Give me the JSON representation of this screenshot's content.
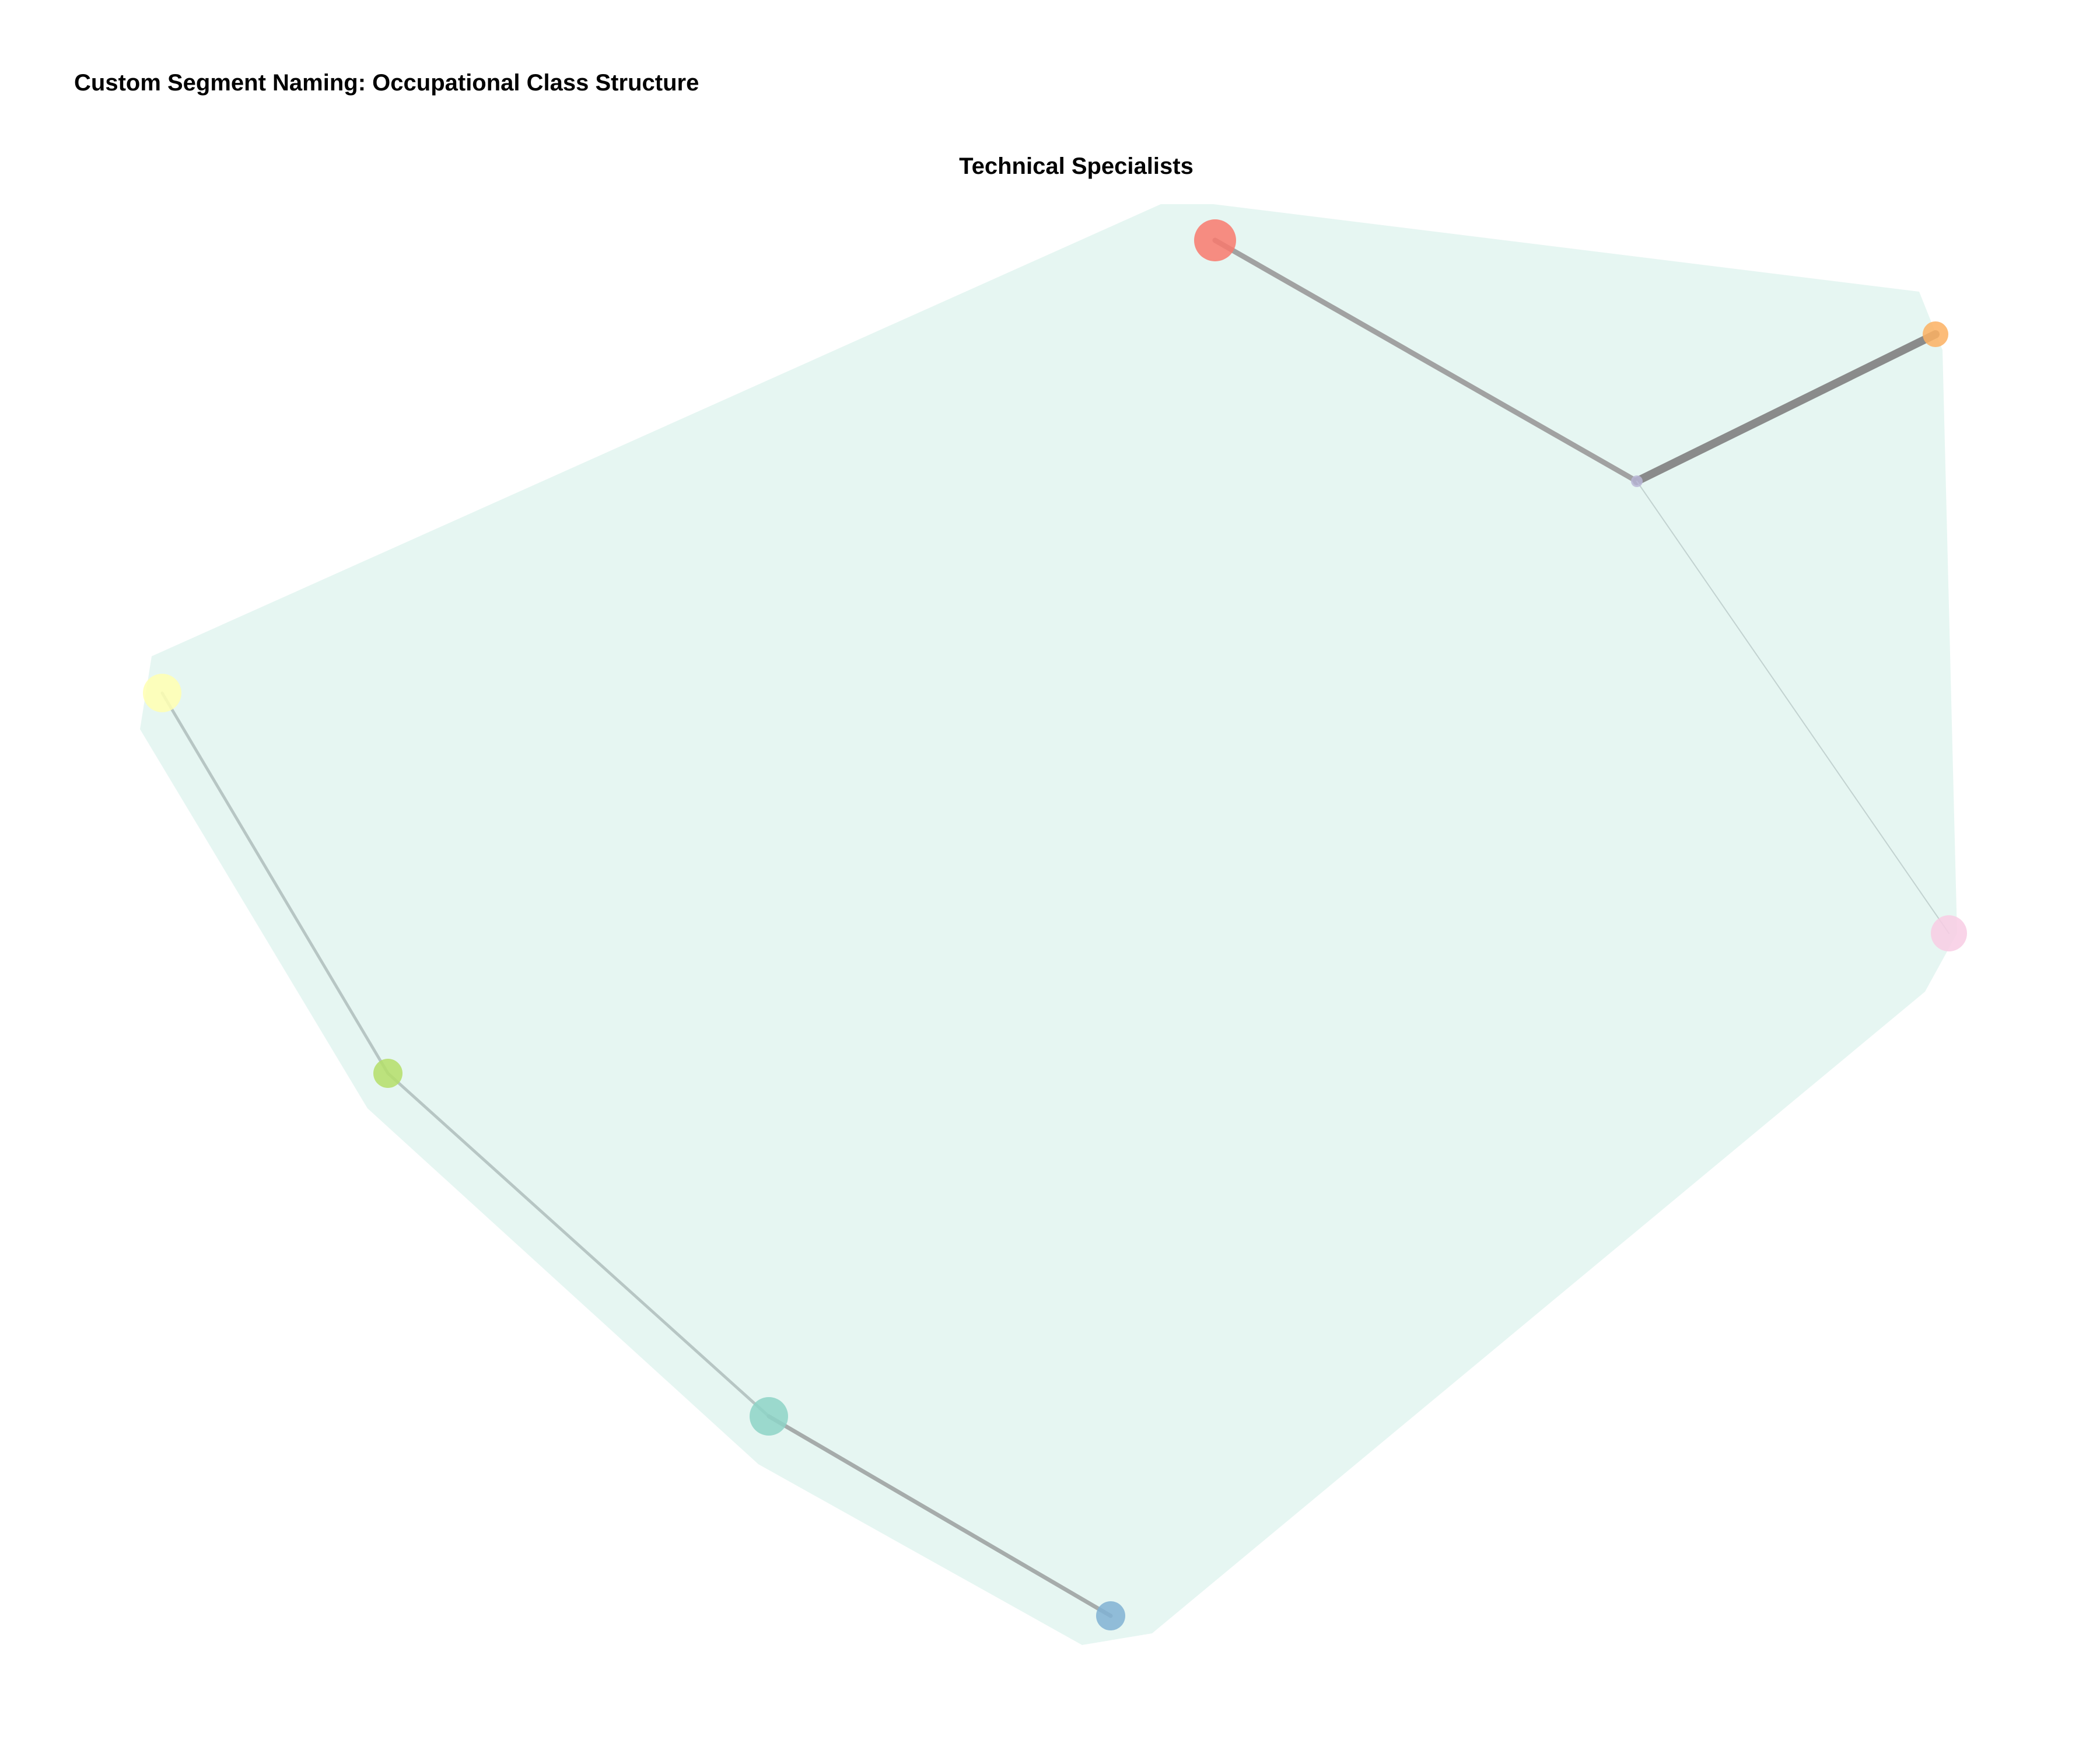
{
  "figure": {
    "title": "Custom Segment Naming: Occupational Class Structure"
  },
  "segment": {
    "label": "Technical Specialists",
    "hull_color": "#e6f6f2"
  },
  "nodes": [
    {
      "id": "n1",
      "color": "#f8796d"
    },
    {
      "id": "n2",
      "color": "#fcb062"
    },
    {
      "id": "n3",
      "color": "#b8b6d6"
    },
    {
      "id": "n4",
      "color": "#f8cce4"
    },
    {
      "id": "n5",
      "color": "#ffffb2"
    },
    {
      "id": "n6",
      "color": "#b4de68"
    },
    {
      "id": "n7",
      "color": "#8dd3c7"
    },
    {
      "id": "n8",
      "color": "#80b1d3"
    }
  ],
  "edges": [
    {
      "source": "n1",
      "target": "n3"
    },
    {
      "source": "n3",
      "target": "n2"
    },
    {
      "source": "n3",
      "target": "n4"
    },
    {
      "source": "n5",
      "target": "n6"
    },
    {
      "source": "n6",
      "target": "n7"
    },
    {
      "source": "n7",
      "target": "n8"
    }
  ]
}
